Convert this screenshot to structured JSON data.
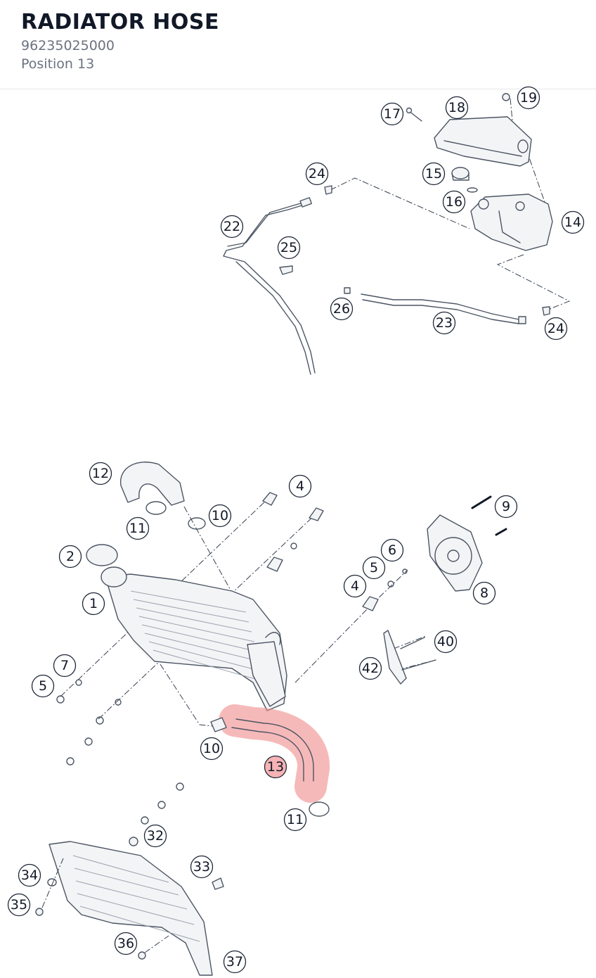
{
  "header": {
    "title": "RADIATOR HOSE",
    "part_number": "96235025000",
    "position_label": "Position 13"
  },
  "highlight": {
    "callout": "13",
    "color": "#f08a8a"
  },
  "callouts": {
    "c17": "17",
    "c18": "18",
    "c19": "19",
    "c24a": "24",
    "c15": "15",
    "c16": "16",
    "c14": "14",
    "c22": "22",
    "c25": "25",
    "c26": "26",
    "c23": "23",
    "c24b": "24",
    "c12": "12",
    "c4a": "4",
    "c10a": "10",
    "c11a": "11",
    "c2": "2",
    "c9": "9",
    "c6": "6",
    "c5a": "5",
    "c4b": "4",
    "c8": "8",
    "c1": "1",
    "c40": "40",
    "c42": "42",
    "c7": "7",
    "c5b": "5",
    "c10b": "10",
    "c13": "13",
    "c11b": "11",
    "c32": "32",
    "c33": "33",
    "c34": "34",
    "c35": "35",
    "c36": "36",
    "c37": "37"
  }
}
